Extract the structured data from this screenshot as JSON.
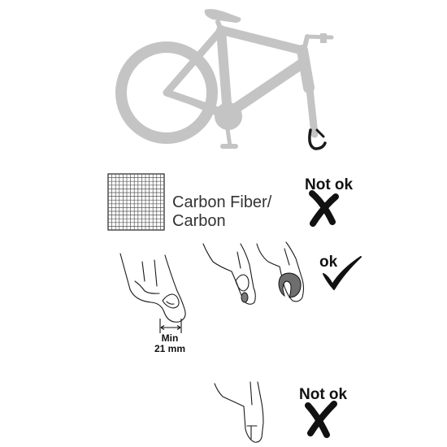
{
  "material": {
    "line1": "Carbon Fiber/",
    "line2": "Carbon"
  },
  "verdicts": {
    "carbon": "Not ok",
    "aluminum": "ok",
    "fork_thin": "Not ok"
  },
  "measurement": {
    "line1": "Min",
    "line2": "21 mm"
  },
  "colors": {
    "bike_gray": "#c4c4c4",
    "line": "#1a1a1a",
    "text": "#111111",
    "adapter_gray": "#7a7a7a"
  }
}
